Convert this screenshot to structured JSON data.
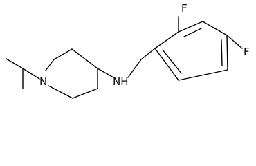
{
  "molecule": {
    "atoms": {
      "n_ring": "N",
      "nh": "NH",
      "f_top": "F",
      "f_right": "F"
    },
    "colors": {
      "bond": "#000000",
      "label": "#000000",
      "background": "#ffffff"
    }
  }
}
